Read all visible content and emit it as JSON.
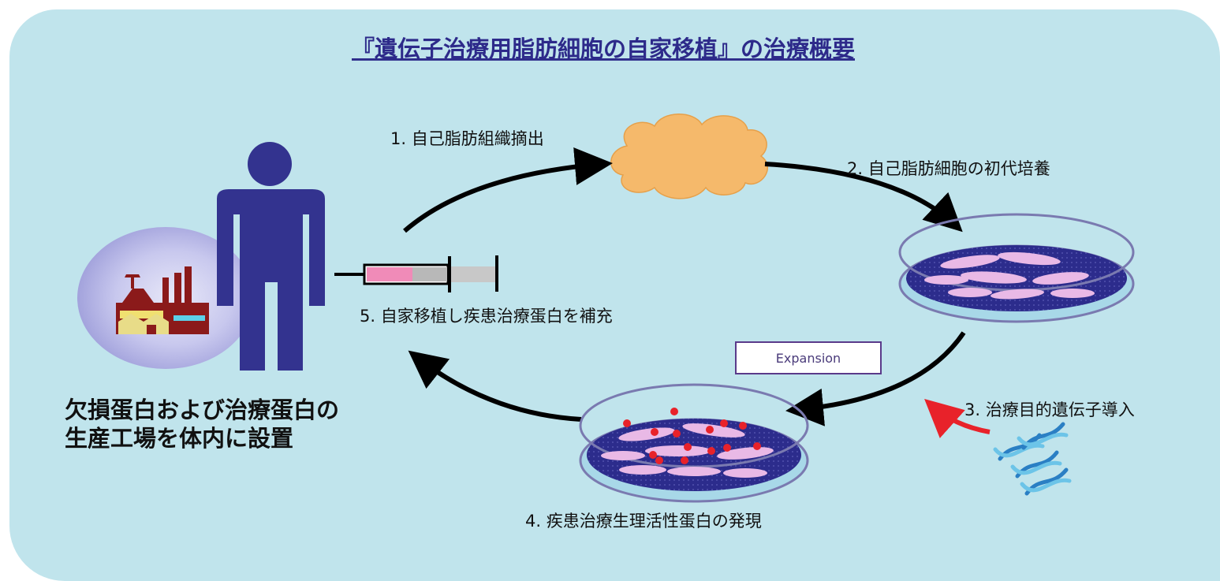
{
  "title": "『遺伝子治療用脂肪細胞の自家移植』の治療概要",
  "steps": {
    "s1": "1. 自己脂肪組織摘出",
    "s2": "2. 自己脂肪細胞の初代培養",
    "s3": "3. 治療目的遺伝子導入",
    "s4": "4. 疾患治療生理活性蛋白の発現",
    "s5": "5. 自家移植し疾患治療蛋白を補充"
  },
  "expansion_label": "Expansion",
  "patient_caption": {
    "line1": "欠損蛋白および治療蛋白の",
    "line2": "生産工場を体内に設置"
  },
  "icons": [
    "human-figure-icon",
    "factory-icon",
    "syringe-icon",
    "adipose-tissue-icon",
    "petri-dish-icon",
    "dna-icon"
  ],
  "colors": {
    "panel_bg": "#c0e4ec",
    "title": "#2d2a8a",
    "person": "#33338f",
    "tissue": "#f5b96b",
    "dish_medium": "#2c2c8c",
    "cells": "#e9b9e6",
    "protein_dots": "#e8222a",
    "factory": "#8b1a1a",
    "arrow": "#000000",
    "transfect_arrow": "#e8222a",
    "dna": "#2a7fc4"
  }
}
